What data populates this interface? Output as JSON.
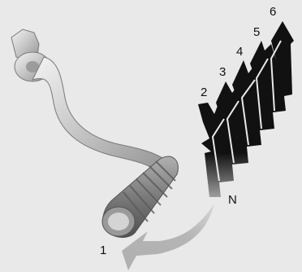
{
  "diagram": {
    "gear_labels": {
      "first": "1",
      "neutral": "N",
      "second": "2",
      "third": "3",
      "fourth": "4",
      "fifth": "5",
      "sixth": "6"
    },
    "colors": {
      "background": "#e9e9e9",
      "shift_arrow_black": "#111111",
      "down_arrow_gray": "#9a9a9a",
      "lever_metal": "#c9c9c9",
      "peg_rubber": "#8a8a8a"
    }
  }
}
